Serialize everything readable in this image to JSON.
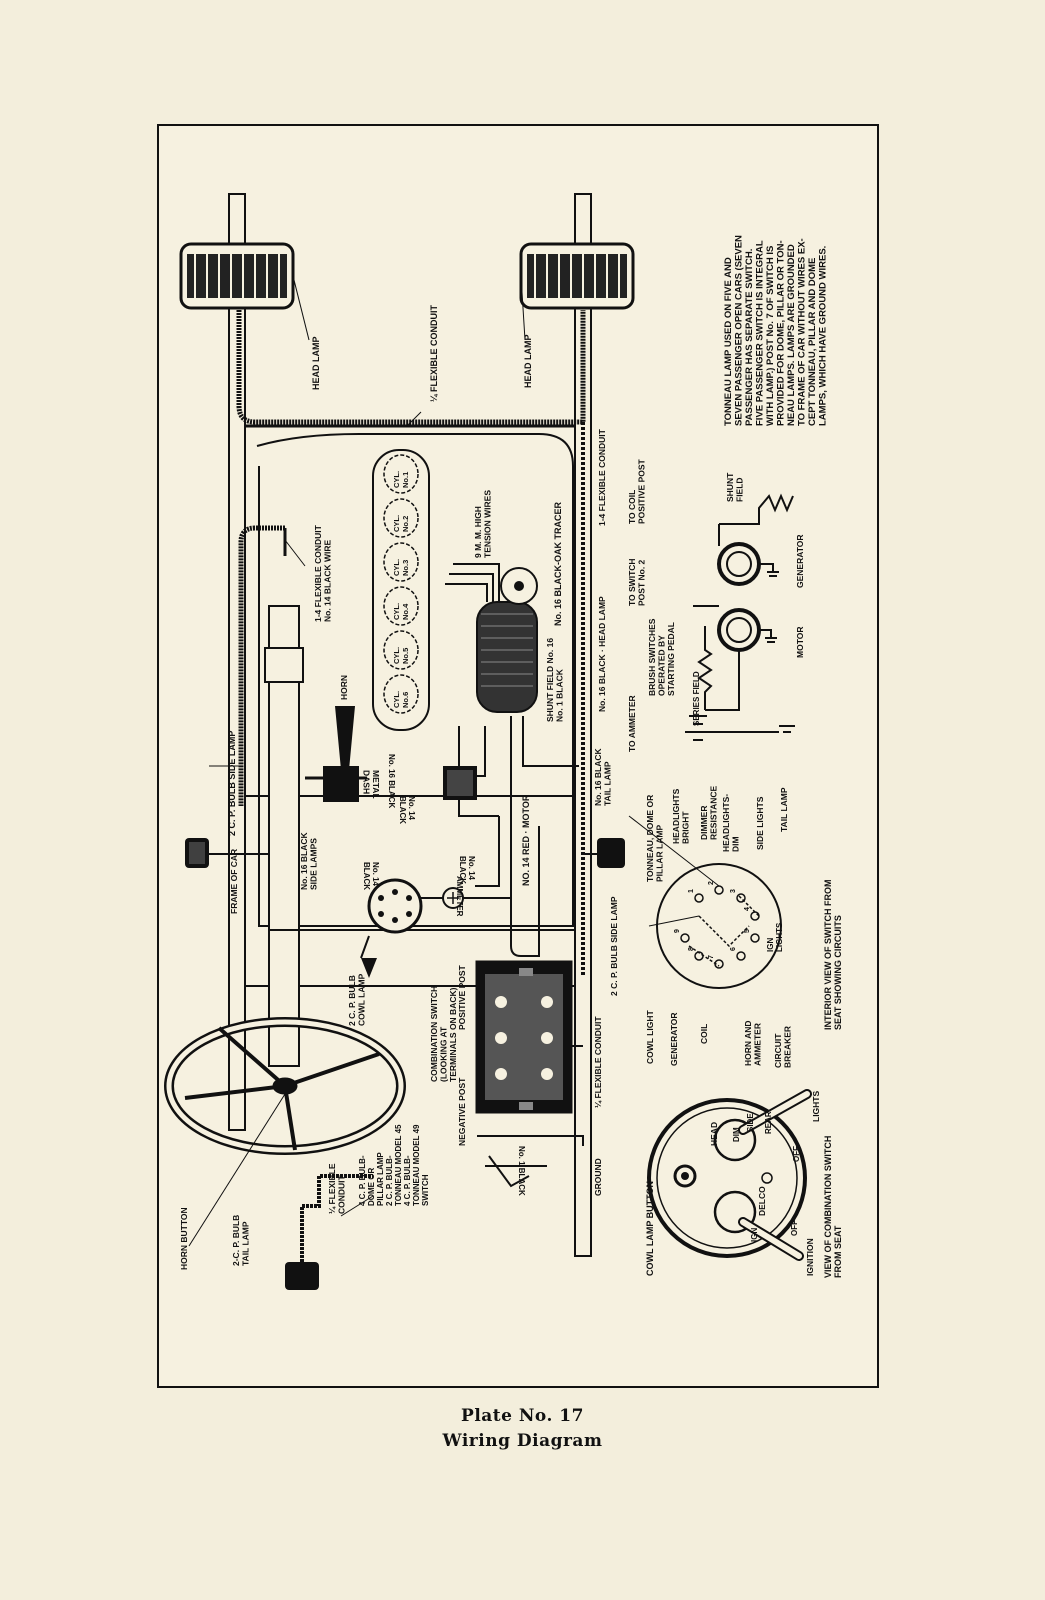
{
  "caption": {
    "plate": "Plate No. 17",
    "title": "Wiring Diagram"
  },
  "note": [
    "TONNEAU LAMP USED ON FIVE AND",
    "SEVEN PASSENGER OPEN CARS (SEVEN",
    "PASSENGER HAS SEPARATE SWITCH.",
    "FIVE PASSENGER SWITCH IS INTEGRAL",
    "WITH LAMP.) POST No. 7 OF SWITCH IS",
    "PROVIDED FOR DOME, PILLAR OR TON-",
    "NEAU LAMPS. LAMPS ARE GROUNDED",
    "TO FRAME OF CAR WITHOUT WIRES EX-",
    "CEPT TONNEAU, PILLAR AND DOME",
    "LAMPS, WHICH HAVE GROUND WIRES."
  ],
  "labels": {
    "head_lamp_left": "HEAD LAMP",
    "head_lamp_right": "HEAD LAMP",
    "flex_conduit_top": "¼ FLEXIBLE CONDUIT",
    "flex_conduit_right": "1-4 FLEXIBLE CONDUIT",
    "flex_conduit_14": [
      "1-4 FLEXIBLE CONDUIT",
      "No. 14 BLACK WIRE"
    ],
    "cyl": [
      "CYL. No.1",
      "CYL. No.2",
      "CYL. No.3",
      "CYL. No.4",
      "CYL. No.5",
      "CYL. No.6"
    ],
    "high_tension": [
      "9 M. M. HIGH",
      "TENSION WIRES"
    ],
    "black_oak": "No. 16 BLACK-OAK TRACER",
    "shunt_field": [
      "SHUNT FIELD No. 16",
      "No. 1 BLACK"
    ],
    "no16_head": "No. 16 BLACK · HEAD LAMP",
    "side_lamp_top": "2 C. P. BULB SIDE LAMP",
    "horn": "HORN",
    "no16_black_horn": "No. 16 BLACK",
    "metal_dash": [
      "METAL",
      "DASH"
    ],
    "no14_black_1": [
      "No. 14",
      "BLACK"
    ],
    "no14_black_2": [
      "No. 14",
      "BLACK"
    ],
    "no14_black_3": [
      "No. 14",
      "BLACK"
    ],
    "motor_red": "NO. 14 RED · MOTOR",
    "ammeter": "AMMETER",
    "frame_of_car": "FRAME OF CAR",
    "side_lamps_16": [
      "No. 16 BLACK",
      "SIDE LAMPS"
    ],
    "tail_lamp_16": [
      "No. 16 BLACK",
      "TAIL LAMP"
    ],
    "side_lamp_right": "2 C. P. BULB SIDE LAMP",
    "cowl_lamp": [
      "2 C. P. BULB",
      "COWL LAMP"
    ],
    "combo_switch": [
      "COMBINATION SWITCH",
      "(LOOKING AT",
      "TERMINALS ON BACK)"
    ],
    "positive_post": "POSITIVE POST",
    "negative_post": "NEGATIVE POST",
    "flex_conduit_battery": "¼ FLEXIBLE CONDUIT",
    "no1_black": "No. 1 BLACK",
    "ground": "GROUND",
    "horn_button": "HORN BUTTON",
    "tail_lamp_bulb": [
      "2-C. P. BULB",
      "TAIL LAMP"
    ],
    "flex_conduit_tail": [
      "¼ FLEXIBLE",
      "CONDUIT"
    ],
    "dome_lamps": [
      "4 C. P. BULB-",
      "DOME OR",
      "PILLAR LAMP",
      "2 C. P. BULB-",
      "TONNEAU MODEL 45",
      "4 C. P. BULB-",
      "TONNEAU MODEL 49",
      "SWITCH"
    ],
    "to_coil": [
      "TO COIL",
      "POSITIVE POST"
    ],
    "shunt": [
      "SHUNT",
      "FIELD"
    ],
    "to_switch": [
      "TO SWITCH",
      "POST No. 2"
    ],
    "generator_top": "GENERATOR",
    "brush_switches": [
      "BRUSH SWITCHES",
      "OPERATED BY",
      "STARTING PEDAL"
    ],
    "motor": "MOTOR",
    "to_ammeter": "TO AMMETER",
    "series_field": "SERIES FIELD",
    "tonneau_dome": [
      "TONNEAU, DOME OR",
      "PILLAR LAMP"
    ],
    "headlights_bright": [
      "HEADLIGHTS",
      "BRIGHT"
    ],
    "dimmer": [
      "DIMMER",
      "RESISTANCE"
    ],
    "headlights_dim": [
      "HEADLIGHTS-",
      "DIM"
    ],
    "side_lights": "SIDE LIGHTS",
    "tail_lamp": "TAIL LAMP",
    "ign_lights": [
      "IGN",
      "LIGHTS"
    ],
    "cowl_light": "COWL LIGHT",
    "generator": "GENERATOR",
    "coil": "COIL",
    "horn_ammeter": [
      "HORN AND",
      "AMMETER"
    ],
    "circuit_breaker": [
      "CIRCUIT",
      "BREAKER"
    ],
    "interior_view": [
      "INTERIOR VIEW OF SWITCH FROM",
      "SEAT SHOWING CIRCUITS"
    ],
    "cowl_lamp_button": "COWL  LAMP  BUTTON",
    "view_combo": [
      "VIEW OF COMBINATION SWITCH",
      "FROM SEAT"
    ],
    "ignition": "IGNITION",
    "lights": "LIGHTS",
    "switch_face": {
      "head": "HEAD",
      "dim": "DIM",
      "side": "SIDE",
      "rear": "REAR",
      "off_top": "OFF",
      "delco": "DELCO",
      "ign": "IGN",
      "off_bottom": "OFF"
    },
    "terminal_numbers": [
      "1",
      "2",
      "3",
      "4",
      "5",
      "6",
      "7",
      "8",
      "9"
    ]
  }
}
